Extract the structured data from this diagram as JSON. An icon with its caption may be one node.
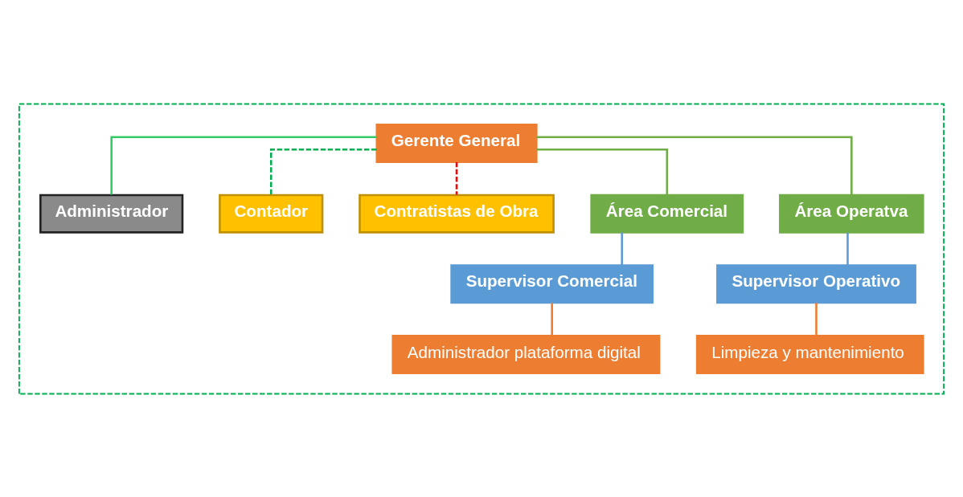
{
  "diagram": {
    "nodes": [
      {
        "text": [],
        "shape": "box"
      },
      {
        "text": [
          "Gerente General"
        ],
        "in": 0
      },
      {
        "text": [
          "Administrador"
        ],
        "in": 0
      },
      {
        "text": [
          "Contador"
        ],
        "in": 0
      },
      {
        "text": [
          "Contratistas de Obra"
        ],
        "in": 0
      },
      {
        "text": [
          "Área Comercial"
        ],
        "in": 0
      },
      {
        "text": [
          "Área Operatva"
        ],
        "in": 0
      },
      {
        "text": [
          "Supervisor Comercial"
        ],
        "in": 0
      },
      {
        "text": [
          "Supervisor Operativo"
        ],
        "in": 0
      },
      {
        "text": [
          "Administrador plataforma digital"
        ],
        "in": 0
      },
      {
        "text": [
          "Limpieza y mantenimiento"
        ],
        "in": 0
      }
    ],
    "edges": [
      {
        "from": 1,
        "to": 2,
        "arrow": "none",
        "color": "#33cc66"
      },
      {
        "from": 1,
        "to": 3,
        "arrow": "none",
        "style": "dashed",
        "color": "#00b050"
      },
      {
        "from": 1,
        "to": 4,
        "arrow": "none",
        "style": "dashed",
        "color": "#ff0000"
      },
      {
        "from": 1,
        "to": 5,
        "arrow": "none"
      },
      {
        "from": 1,
        "to": 6,
        "arrow": "none"
      },
      {
        "from": 5,
        "to": 7,
        "arrow": "none",
        "color": "#5b9bd5"
      },
      {
        "from": 6,
        "to": 8,
        "arrow": "none",
        "color": "#5b9bd5"
      },
      {
        "from": 7,
        "to": 9,
        "arrow": "none",
        "color": "#ed7d31"
      },
      {
        "from": 8,
        "to": 10,
        "arrow": "none",
        "color": "#ed7d31"
      }
    ]
  }
}
